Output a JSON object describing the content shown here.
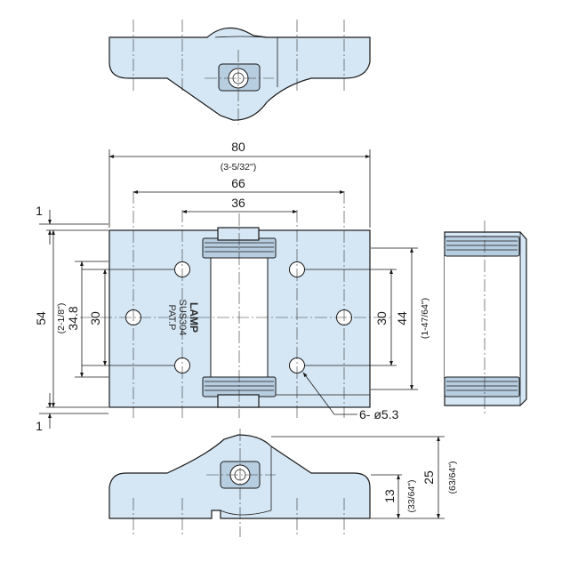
{
  "dimensions": {
    "overall_width": "80",
    "overall_width_inch": "(3-5/32\")",
    "hole_pitch_outer": "66",
    "hole_pitch_inner": "36",
    "overall_height": "54",
    "overall_height_inch": "(2-1/8\")",
    "height_34_8": "34.8",
    "left_pitch": "30",
    "right_pitch": "30",
    "right_height": "44",
    "right_height_inch": "(1-47/64\")",
    "gap_top": "1",
    "gap_bottom": "1",
    "hole_callout": "6- ø5.3",
    "bottom_13": "13",
    "bottom_13_inch": "(33/64\")",
    "bottom_25": "25",
    "bottom_25_inch": "(63/64\")"
  },
  "marking": {
    "brand": "LAMP",
    "material": "SUS304",
    "patent": "PAT.P"
  },
  "colors": {
    "part_fill": "#d5e7f5",
    "line": "#1a1a1a"
  }
}
